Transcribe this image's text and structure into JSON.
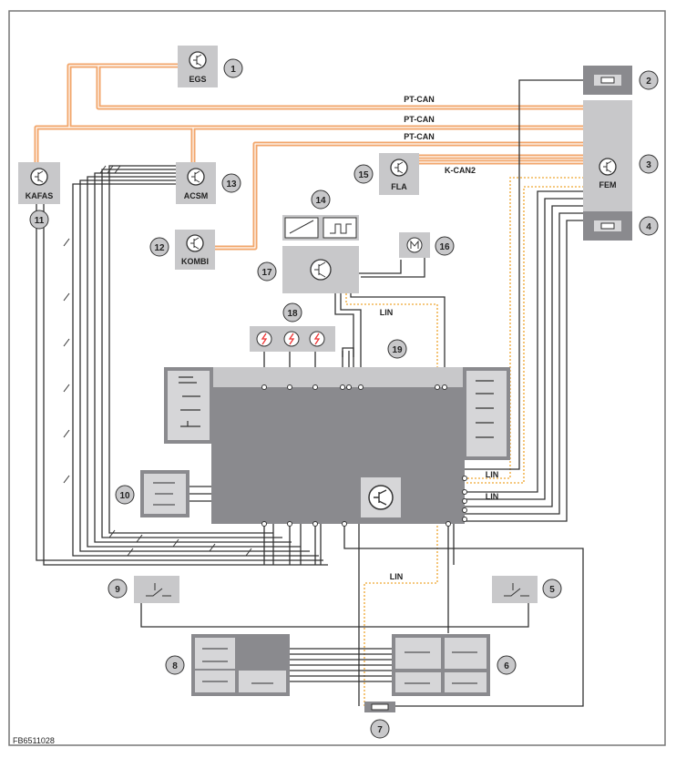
{
  "figure_code": "FB6511028",
  "components": {
    "egs": "EGS",
    "kafas": "KAFAS",
    "acsm": "ACSM",
    "kombi": "KOMBI",
    "fla": "FLA",
    "fem": "FEM"
  },
  "bus_labels": {
    "pt_can_1": "PT-CAN",
    "pt_can_2": "PT-CAN",
    "pt_can_3": "PT-CAN",
    "k_can2": "K-CAN2",
    "lin_17": "LIN",
    "lin_fem_1": "LIN",
    "lin_fem_2": "LIN",
    "lin_bottom": "LIN"
  },
  "callouts": [
    "1",
    "2",
    "3",
    "4",
    "5",
    "6",
    "7",
    "8",
    "9",
    "10",
    "11",
    "12",
    "13",
    "14",
    "15",
    "16",
    "17",
    "18",
    "19"
  ],
  "colors": {
    "can_bus": "#f2a66b",
    "lin_bus": "#f2c46b",
    "wire": "#333333",
    "module_fill": "#c8c8ca",
    "module_dark": "#8a8a8e",
    "frame": "#777777"
  }
}
